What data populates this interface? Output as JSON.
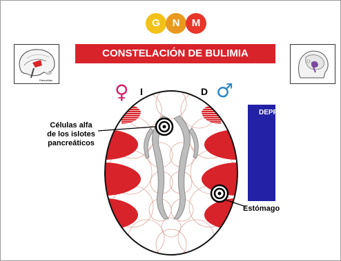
{
  "logo": {
    "letters": [
      "G",
      "N",
      "M"
    ],
    "colors": [
      "#f3c21a",
      "#e99a1e",
      "#e8362a"
    ]
  },
  "title": "CONSTELACIÓN  DE BULIMIA",
  "left_brain": {
    "caption": "Diencéfalo"
  },
  "hemisphere_labels": {
    "left": "I",
    "right": "D"
  },
  "symbols": {
    "female": "♀",
    "male": "♂"
  },
  "status_box": {
    "text": "DEPRIMIDO",
    "color": "#2321a5"
  },
  "annotations": {
    "alpha_cells": "Células alfa\nde los islotes\npancreáticos",
    "stomach": "Estómago"
  },
  "colors": {
    "accent_red": "#d8232a",
    "relay_gray": "#bdbdbd",
    "female_pink": "#d61f6a",
    "male_blue": "#2e86c8"
  }
}
